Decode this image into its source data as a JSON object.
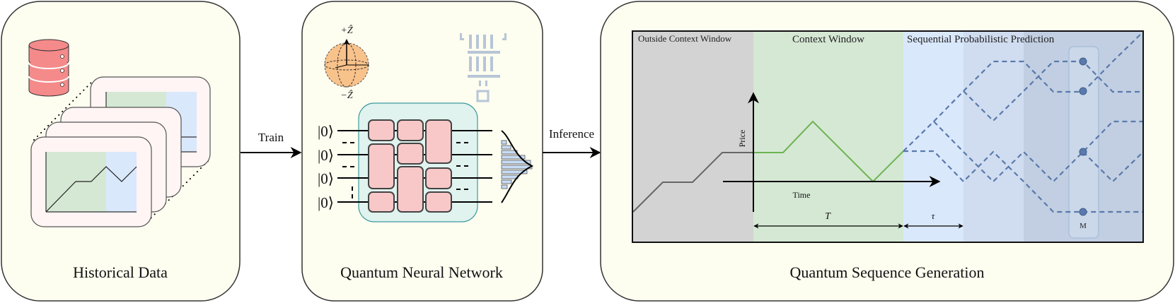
{
  "panels": {
    "historical": {
      "title": "Historical Data"
    },
    "qnn": {
      "title": "Quantum Neural Network",
      "ket_label": "|0⟩",
      "bloch_top": "+Ẑ",
      "bloch_bottom": "−Ẑ"
    },
    "generation": {
      "title": "Quantum Sequence Generation"
    }
  },
  "arrows": {
    "train": "Train",
    "inference": "Inference"
  },
  "chart": {
    "regions": {
      "outside": "Outside Context Window",
      "context": "Context Window",
      "prediction": "Sequential Probabilistic Prediction"
    },
    "y_axis_label": "Price",
    "x_axis_label": "Time",
    "context_length_label": "T",
    "step_label": "τ",
    "measure_label": "M"
  },
  "colors": {
    "panel_bg": "#fdfdf0",
    "gray_region": "#d3d3d3",
    "green_region": "#d5e8d4",
    "blue_region_1": "#dae8fc",
    "blue_region_2": "#d0ddf0",
    "blue_region_3": "#c2cfe2",
    "prediction_line": "#5a7aab",
    "context_line": "#6db352",
    "gate_fill": "#f8c8c8",
    "circuit_bg": "#e0f3ee",
    "db_fill": "#f58a8a",
    "bloch_fill": "#f8c28b"
  }
}
